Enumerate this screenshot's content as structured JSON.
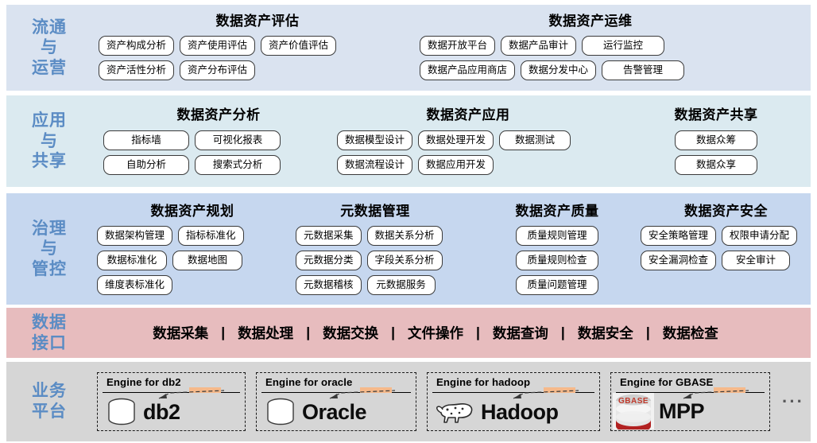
{
  "bands": [
    {
      "id": "circulation-operation",
      "label": [
        "流通",
        "与",
        "运营"
      ],
      "color": "#dae3f0",
      "groups": [
        {
          "title": "数据资产评估",
          "rows": [
            [
              "资产构成分析",
              "资产使用评估",
              "资产价值评估"
            ],
            [
              "资产活性分析",
              "资产分布评估"
            ]
          ]
        },
        {
          "title": "数据资产运维",
          "rows": [
            [
              "数据开放平台",
              "数据产品审计",
              "运行监控"
            ],
            [
              "数据产品应用商店",
              "数据分发中心",
              "告警管理"
            ]
          ]
        }
      ]
    },
    {
      "id": "application-sharing",
      "label": [
        "应用",
        "与",
        "共享"
      ],
      "color": "#dbeaf0",
      "groups": [
        {
          "title": "数据资产分析",
          "rows": [
            [
              "指标墙",
              "可视化报表"
            ],
            [
              "自助分析",
              "搜索式分析"
            ]
          ]
        },
        {
          "title": "数据资产应用",
          "rows": [
            [
              "数据模型设计",
              "数据处理开发",
              "数据测试"
            ],
            [
              "数据流程设计",
              "数据应用开发"
            ]
          ]
        },
        {
          "title": "数据资产共享",
          "rows": [
            [
              "数据众筹"
            ],
            [
              "数据众享"
            ]
          ]
        }
      ]
    },
    {
      "id": "governance-control",
      "label": [
        "治理",
        "与",
        "管控"
      ],
      "color": "#c6d7ef",
      "groups": [
        {
          "title": "数据资产规划",
          "rows": [
            [
              "数据架构管理",
              "指标标准化"
            ],
            [
              "数据标准化",
              "数据地图"
            ],
            [
              "维度表标准化"
            ]
          ]
        },
        {
          "title": "元数据管理",
          "rows": [
            [
              "元数据采集",
              "数据关系分析"
            ],
            [
              "元数据分类",
              "字段关系分析"
            ],
            [
              "元数据稽核",
              "元数据服务"
            ]
          ]
        },
        {
          "title": "数据资产质量",
          "rows": [
            [
              "质量规则管理"
            ],
            [
              "质量规则检查"
            ],
            [
              "质量问题管理"
            ]
          ]
        },
        {
          "title": "数据资产安全",
          "rows": [
            [
              "安全策略管理",
              "权限申请分配"
            ],
            [
              "安全漏洞检查",
              "安全审计"
            ]
          ]
        }
      ]
    }
  ],
  "interface_band": {
    "id": "data-interface",
    "label": [
      "数据",
      "接口"
    ],
    "color": "#e7bcbe",
    "separator": "|",
    "items": [
      "数据采集",
      "数据处理",
      "数据交换",
      "文件操作",
      "数据查询",
      "数据安全",
      "数据检查"
    ]
  },
  "platform_band": {
    "id": "business-platform",
    "label": [
      "业务",
      "平台"
    ],
    "color": "#d6d6d6",
    "ellipsis": "···",
    "cards": [
      {
        "title": "Engine for db2",
        "brand": "db2",
        "icon": "database-cylinder-icon"
      },
      {
        "title": "Engine for  oracle",
        "brand": "Oracle",
        "icon": "database-cylinder-icon"
      },
      {
        "title": "Engine for hadoop",
        "brand": "Hadoop",
        "icon": "hadoop-elephant-icon"
      },
      {
        "title": "Engine for GBASE",
        "brand": "MPP",
        "icon": "gbase-logo-icon"
      }
    ]
  },
  "colors": {
    "label_text": "#5b8cc4",
    "chip_border": "#3a3a3a",
    "chip_fill": "#ffffff",
    "marker_highlight": "#f6b98a"
  }
}
